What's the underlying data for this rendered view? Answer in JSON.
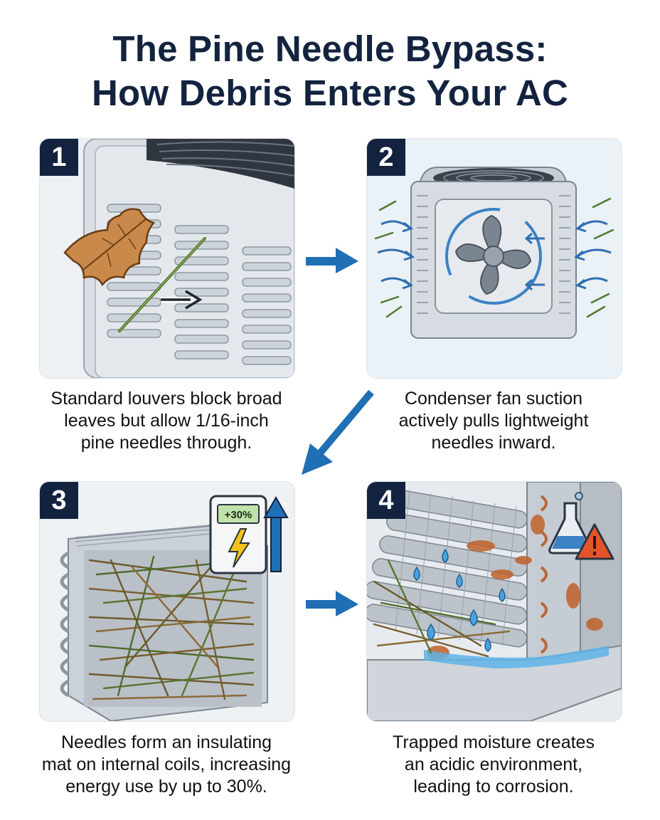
{
  "title": {
    "line1": "The Pine Needle Bypass:",
    "line2": "How Debris Enters Your AC"
  },
  "panels": [
    {
      "number": "1",
      "icon": "louvered-ac-panel-leaf-pine-needle",
      "caption": [
        "Standard louvers block broad",
        "leaves but allow 1/16-inch",
        "pine needles through."
      ]
    },
    {
      "number": "2",
      "icon": "condenser-fan-suction",
      "caption": [
        "Condenser fan suction",
        "actively pulls lightweight",
        "needles inward."
      ]
    },
    {
      "number": "3",
      "icon": "coil-with-needle-mat",
      "badge_text": "+30%",
      "caption": [
        "Needles form an insulating",
        "mat on internal coils, increasing",
        "energy use by up to 30%."
      ]
    },
    {
      "number": "4",
      "icon": "corroded-coils-water-droplets",
      "caption": [
        "Trapped moisture creates",
        "an acidic environment,",
        "leading to corrosion."
      ]
    }
  ],
  "colors": {
    "title": "#13233f",
    "badge": "#13233f",
    "arrow": "#1f6fb5",
    "needle": "#6b5a2a",
    "rust": "#c0622a",
    "water": "#4aa3de"
  }
}
